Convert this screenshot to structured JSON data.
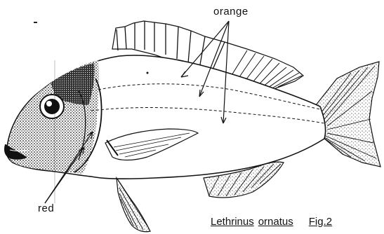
{
  "labels": {
    "orange": "orange",
    "red": "red"
  },
  "caption": {
    "genus": "Lethrinus",
    "species": "ornatus",
    "figure": "Fig.2"
  },
  "colors": {
    "ink": "#111111",
    "background": "#ffffff"
  }
}
